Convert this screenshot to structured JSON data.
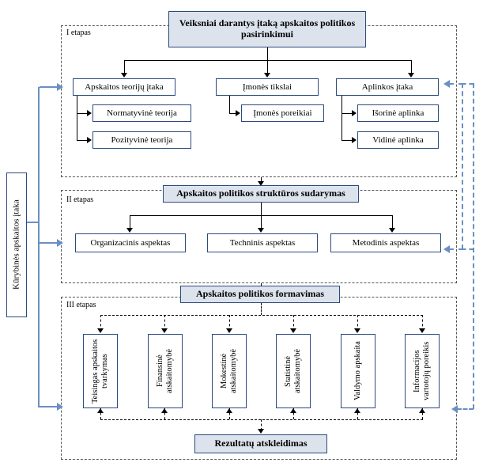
{
  "diagram": {
    "title_boxes": {
      "top": "Veiksniai darantys įtaką apskaitos politikos pasirinkimui",
      "stage2": "Apskaitos politikos struktūros sudarymas",
      "stage3": "Apskaitos politikos formavimas",
      "result": "Rezultatų atskleidimas"
    },
    "side_label": "Kūrybinės apskaitos įtaka",
    "stages": [
      {
        "id": "stage-1",
        "label": "I etapas"
      },
      {
        "id": "stage-2",
        "label": "II etapas"
      },
      {
        "id": "stage-3",
        "label": "III etapas"
      }
    ],
    "level1": [
      {
        "id": "apskaitos-teoriju-itaka",
        "label": "Apskaitos teorijų įtaka"
      },
      {
        "id": "imones-tikslai",
        "label": "Įmonės tikslai"
      },
      {
        "id": "aplinkos-itaka",
        "label": "Aplinkos įtaka"
      }
    ],
    "level2": [
      {
        "id": "normatyvine-teorija",
        "label": "Normatyvinė teorija"
      },
      {
        "id": "pozityvine-teorija",
        "label": "Pozityvinė teorija"
      },
      {
        "id": "imones-poreikiai",
        "label": "Įmonės poreikiai"
      },
      {
        "id": "isorine-aplinka",
        "label": "Išorinė aplinka"
      },
      {
        "id": "vidine-aplinka",
        "label": "Vidinė aplinka"
      }
    ],
    "aspects": [
      {
        "id": "organizacinis-aspektas",
        "label": "Organizacinis aspektas"
      },
      {
        "id": "techninis-aspektas",
        "label": "Techninis aspektas"
      },
      {
        "id": "metodinis-aspektas",
        "label": "Metodinis aspektas"
      }
    ],
    "outputs": [
      {
        "id": "teisingas-apskaitos-tvarkymas",
        "label": "Teisingas apskaitos tvarkymas"
      },
      {
        "id": "finansine-atskaitomybe",
        "label": "Finansinė atskaitomybė"
      },
      {
        "id": "mokestine-atskaitomybe",
        "label": "Mokestinė atskaitomybė"
      },
      {
        "id": "statistine-atskaitomybe",
        "label": "Statistinė atskaitomybė"
      },
      {
        "id": "valdymo-apskaita",
        "label": "Valdymo apskaita"
      },
      {
        "id": "informacijos-vartotoju-poreikis",
        "label": "Informacijos vartotojų poreikis"
      }
    ],
    "colors": {
      "header_fill": "#dce3ec",
      "box_border": "#2b4a7d",
      "accent_blue": "#6b8fc4",
      "dash_gray": "#555555"
    }
  }
}
